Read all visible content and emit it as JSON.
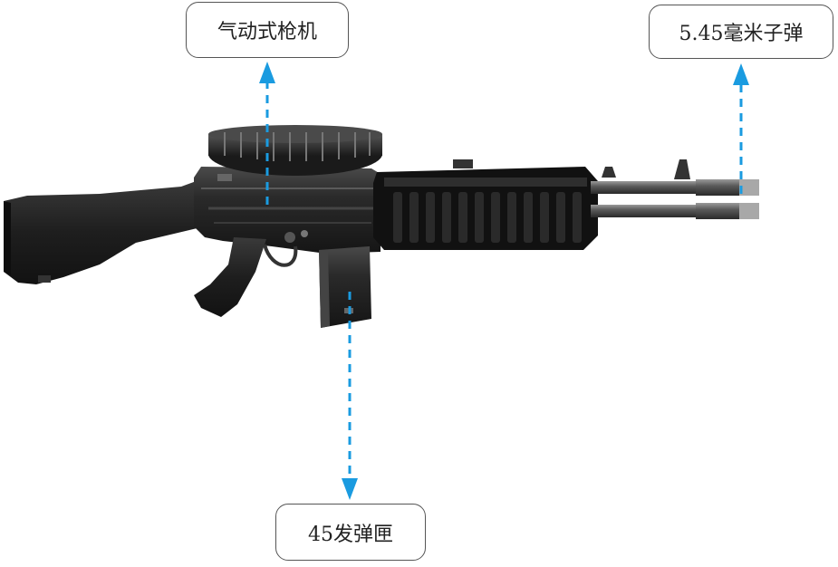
{
  "callouts": {
    "top": {
      "text": "气动式枪机"
    },
    "right": {
      "text": "5.45毫米子弹"
    },
    "bottom": {
      "text": "45发弹匣"
    }
  },
  "colors": {
    "arrow": "#1a9be0",
    "box_border": "#555555",
    "weapon_dark": "#1b1b1b",
    "weapon_mid": "#2e2e2e",
    "barrel_metal": "#6e6e6e"
  }
}
